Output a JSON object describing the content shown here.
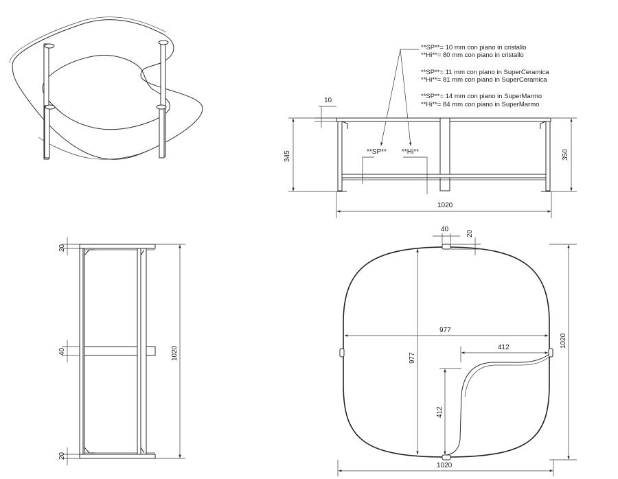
{
  "notes": [
    "**SP**= 10 mm con piano in cristallo",
    "**Hi**= 80 mm con piano in cristallo",
    "**SP**= 11 mm con piano in SuperCeramica",
    "**Hi**= 81 mm con piano in SuperCeramica",
    "**SP**= 14 mm con piano in SuperMarmo",
    "**Hi**= 84 mm con piano in SuperMarmo"
  ],
  "front_view": {
    "sp_label": "**SP**",
    "hi_label": "**Hi**",
    "top_thickness": "10",
    "height_left": "345",
    "height_right": "350",
    "width": "1020"
  },
  "side_view": {
    "top_band": "20",
    "mid_band": "40",
    "bottom_band": "20",
    "length": "1020"
  },
  "plan_view": {
    "leg_width": "40",
    "leg_depth": "20",
    "inner_width": "977",
    "inner_height": "977",
    "lower_shelf_width": "412",
    "lower_shelf_height": "412",
    "outer_height": "1020",
    "outer_width": "1020"
  },
  "colors": {
    "line": "#2a2a2a",
    "background": "#ffffff"
  }
}
